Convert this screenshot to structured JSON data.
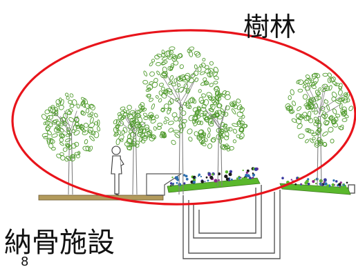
{
  "labels": {
    "forest": "樹林",
    "ossuary": "納骨施設",
    "page_number": "8"
  },
  "colors": {
    "ellipse": "#e8141b",
    "tree_outline": "#4f9a2c",
    "trunk": "#7f7f7f",
    "slope_fill": "#5ab82c",
    "ground": "#b29a5c",
    "ground_edge": "#6b5a30",
    "structure": "#555555",
    "flower_colors": [
      "#3a3aa0",
      "#1a1a1a",
      "#8a2a8a",
      "#2d6fb0",
      "#5ab82c"
    ]
  },
  "icons": {
    "tree": "deciduous-tree-icon",
    "person": "standing-person-icon"
  }
}
